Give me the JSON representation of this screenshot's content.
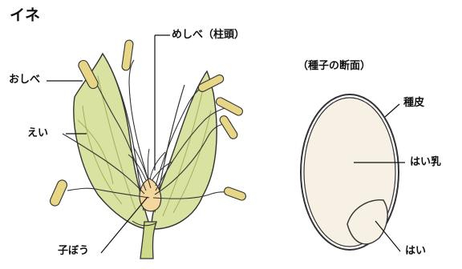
{
  "diagram": {
    "title": "イネ",
    "flower_labels": {
      "stamen": "おしべ",
      "pistil_stigma": "めしべ（柱頭）",
      "glume": "えい",
      "ovary": "子ぼう"
    },
    "seed_section": {
      "heading": "（種子の断面）",
      "seed_coat": "種皮",
      "endosperm": "はい乳",
      "embryo": "はい"
    }
  },
  "colors": {
    "glume_fill": "#d9e2a0",
    "glume_shade": "#b9c878",
    "anther": "#e6d686",
    "ovary": "#f3d79c",
    "stem": "#cfd98a",
    "seed_endosperm": "#f7f1e5",
    "seed_embryo": "#f6f1e4",
    "outline": "#333333"
  }
}
